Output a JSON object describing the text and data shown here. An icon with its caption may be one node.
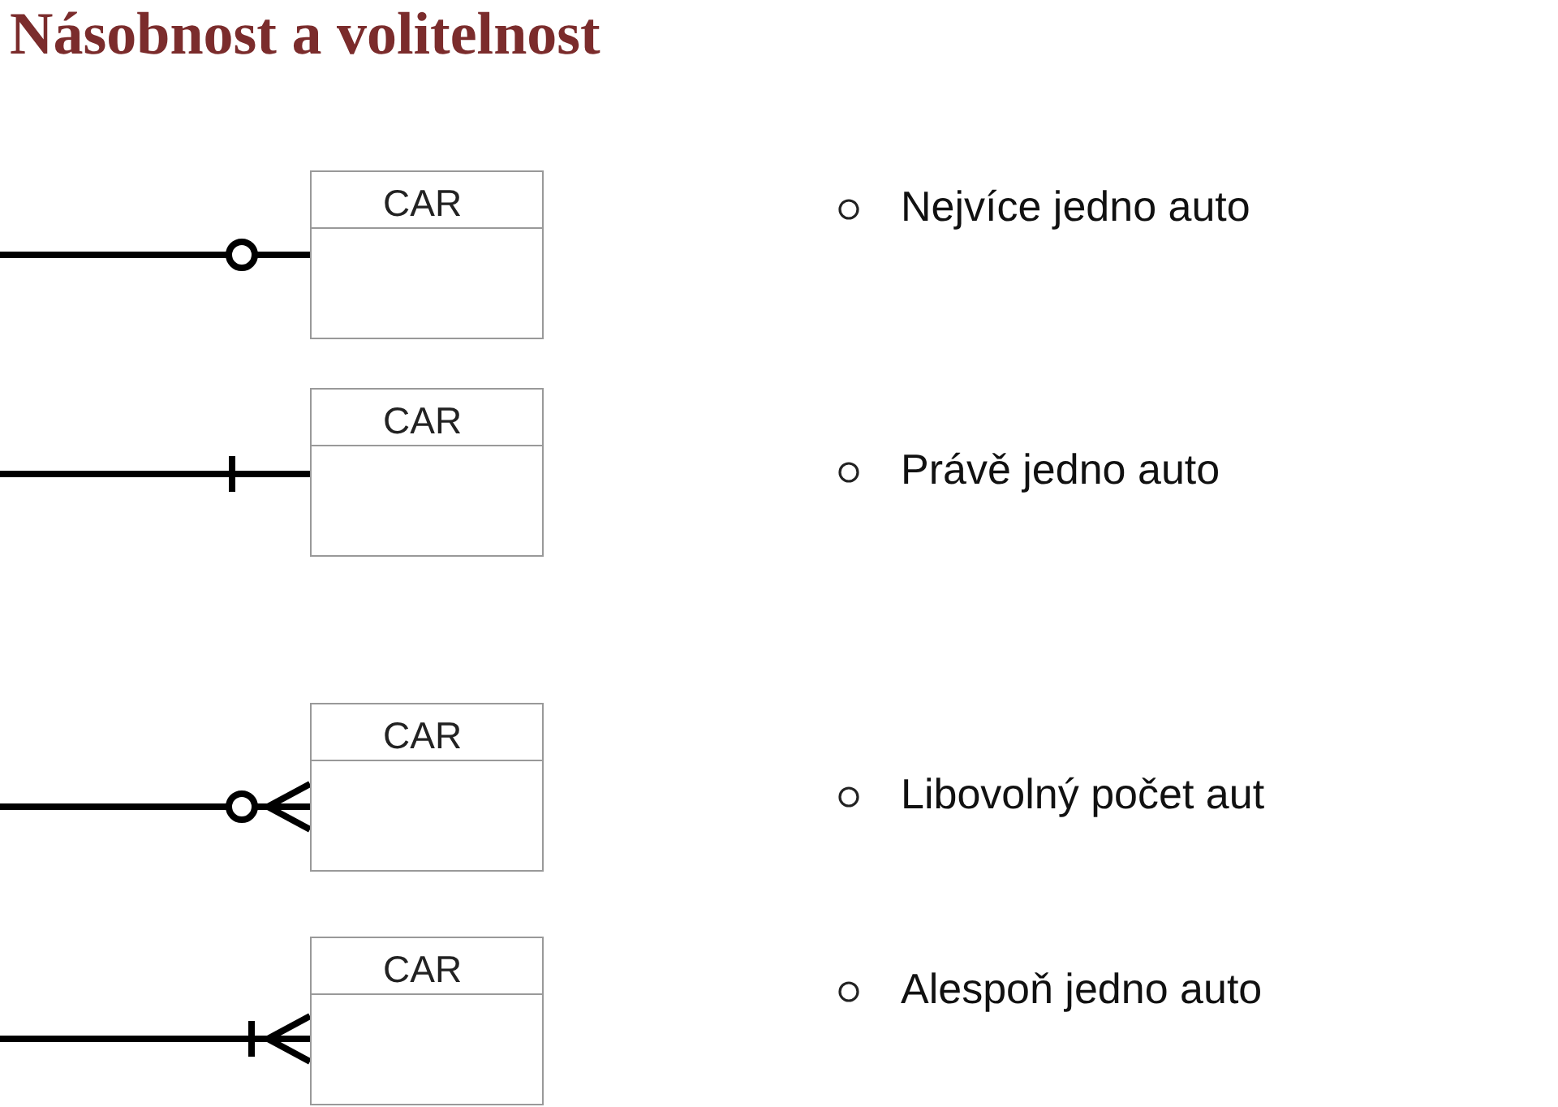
{
  "diagram": {
    "title": "Násobnost a volitelnost",
    "nodes": [
      {
        "text": [
          "CAR"
        ]
      },
      {
        "text": [
          "CAR"
        ]
      },
      {
        "text": [
          "CAR"
        ]
      },
      {
        "text": [
          "CAR"
        ]
      }
    ],
    "edges": [
      {
        "from": null,
        "to": 0,
        "arrow": "other"
      },
      {
        "from": null,
        "to": 1,
        "arrow": "other"
      },
      {
        "from": null,
        "to": 2,
        "arrow": "other"
      },
      {
        "from": null,
        "to": 3,
        "arrow": "other"
      }
    ],
    "labels": [
      "Nejvíce jedno auto",
      "Právě jedno auto",
      "Libovolný počet aut",
      "Alespoň jedno auto"
    ]
  }
}
